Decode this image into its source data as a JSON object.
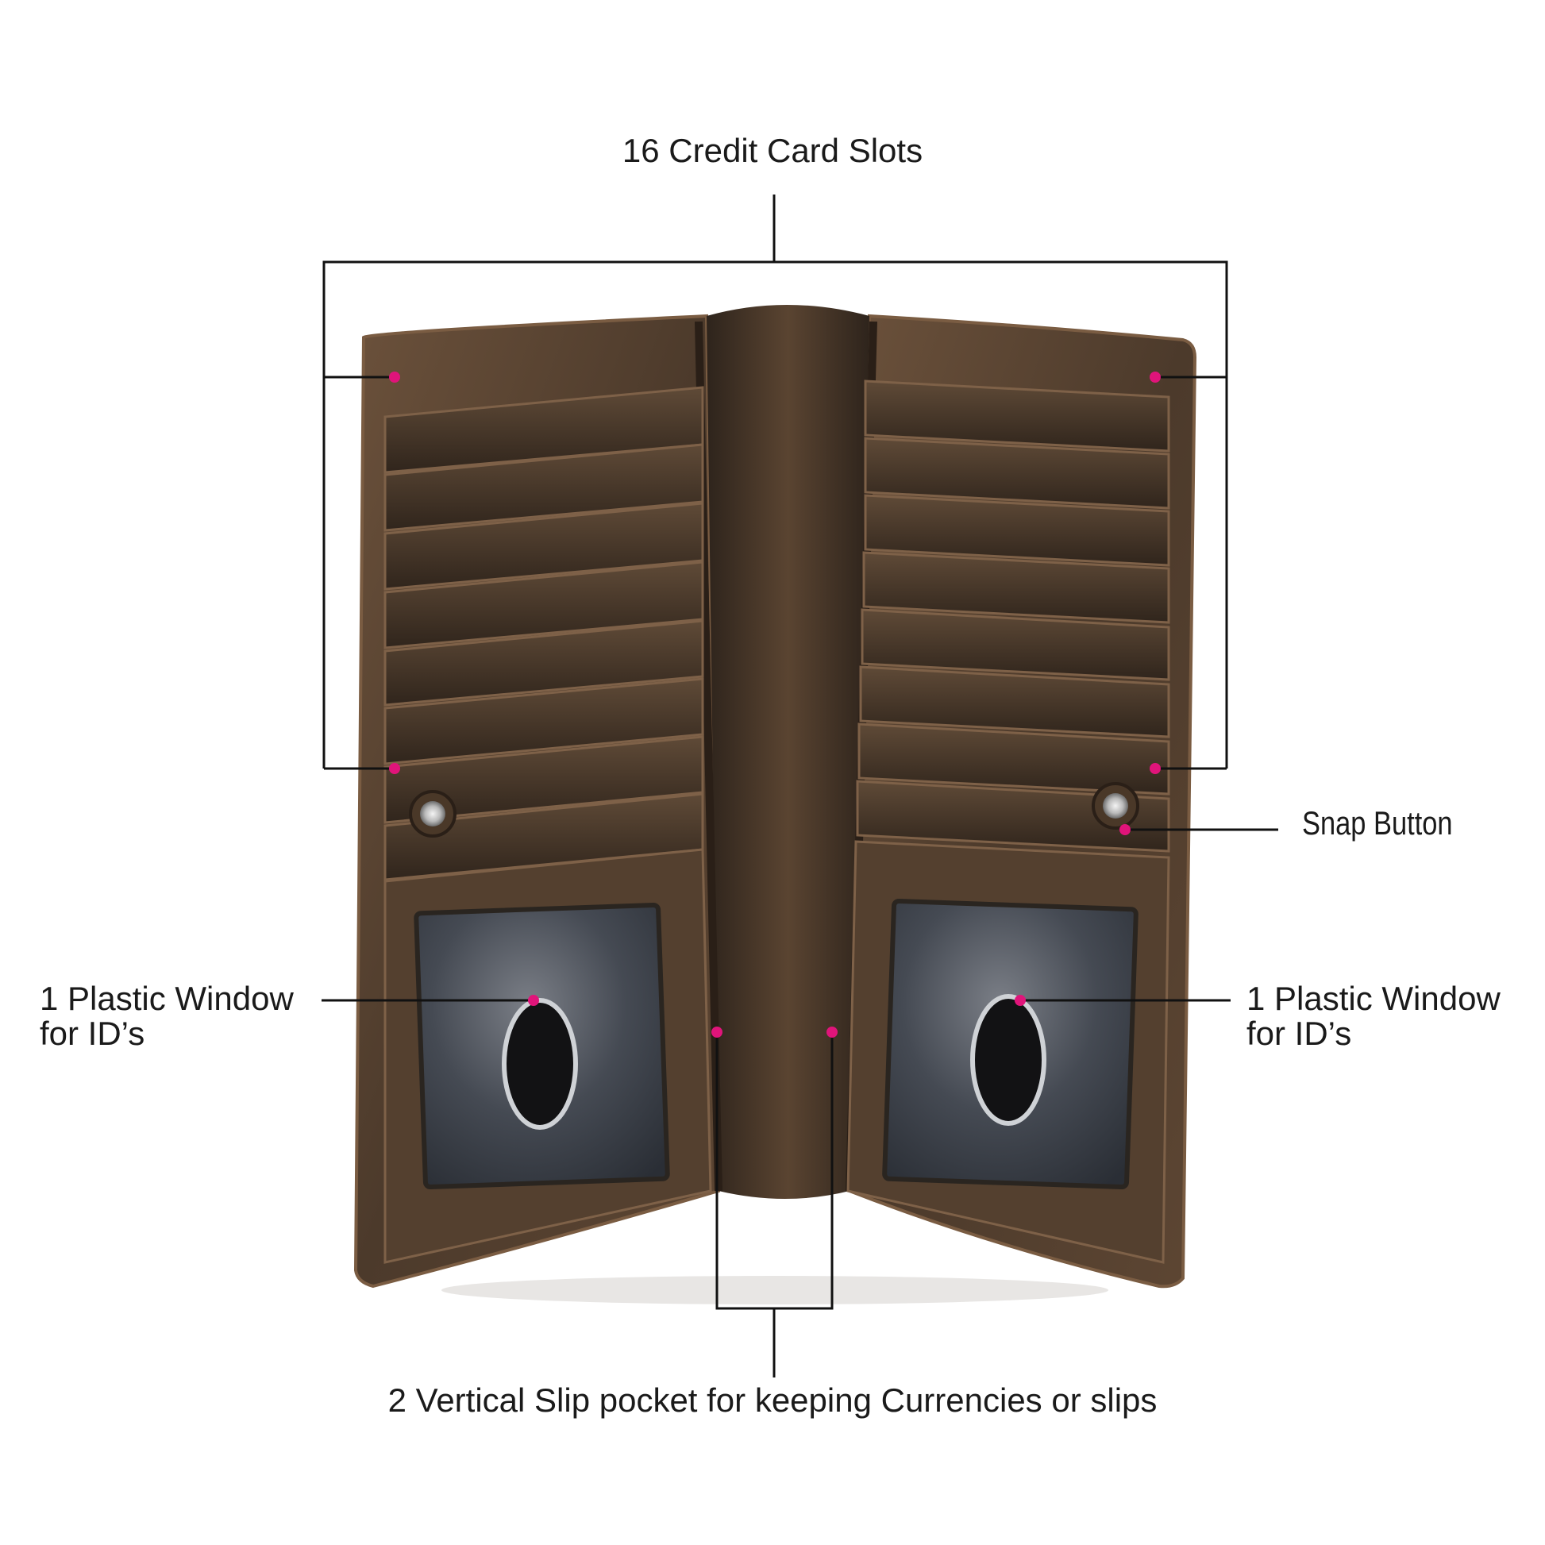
{
  "annotations": {
    "credit_card_slots": "16 Credit Card Slots",
    "snap_button": "Snap Button",
    "left_window": {
      "line1": "1 Plastic Window",
      "line2": "for ID’s"
    },
    "right_window": {
      "line1": "1 Plastic Window",
      "line2": "for ID’s"
    },
    "slip_pocket": "2 Vertical Slip pocket for keeping Currencies or slips"
  },
  "colors": {
    "leather_dark": "#3a2c22",
    "leather_mid": "#5a4634",
    "leather_edge": "#6e533b",
    "window_plastic": "#3c4048",
    "marker": "#e0147a",
    "line": "#111111"
  },
  "icons": [
    "snap-button-icon",
    "id-window-icon"
  ]
}
